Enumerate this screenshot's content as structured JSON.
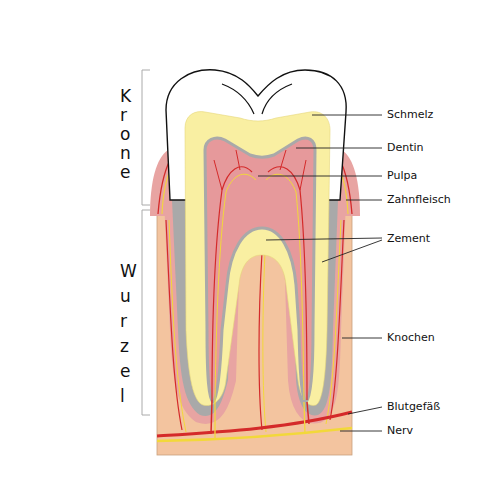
{
  "diagram": {
    "labels": [
      "Krone",
      "Wurzel",
      "Schmelz",
      "Dentin",
      "Pulpa",
      "Zahnfleisch",
      "Zement",
      "Knochen",
      "Blutgefäß",
      "Nerv"
    ]
  }
}
